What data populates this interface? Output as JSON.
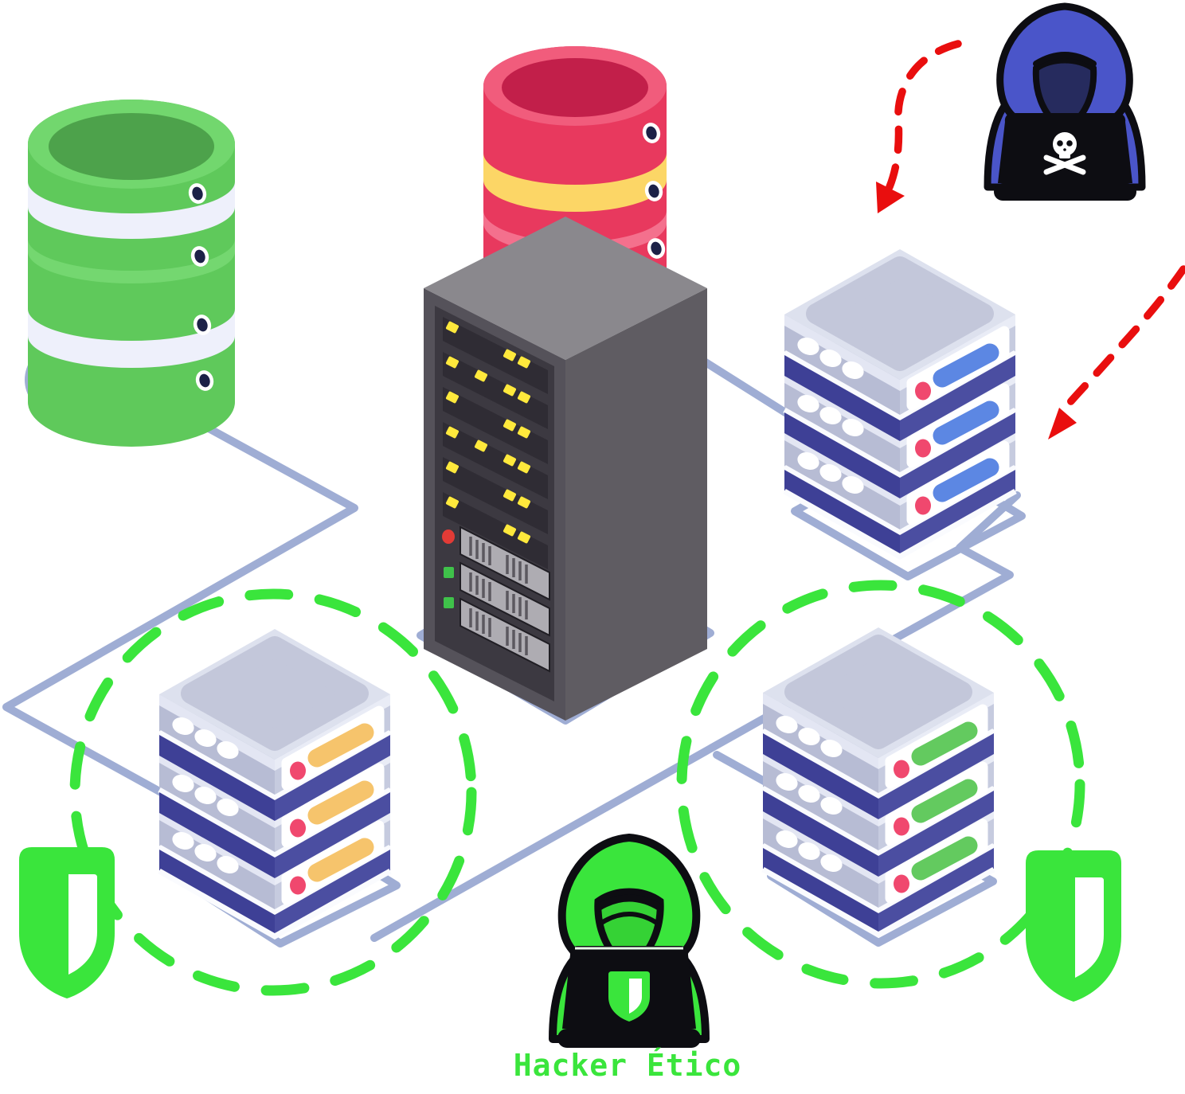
{
  "label": {
    "text": "Hacker Ético"
  },
  "colors": {
    "accent-green": "#3ae53c",
    "cable-blue": "#9fadd4",
    "arrow-red": "#e90e0e",
    "db-green": "#5fc95b",
    "db-green-rim": "#72d76e",
    "db-green-top": "#4da24b",
    "db-red": "#e8395e",
    "db-red-rim": "#f15c7c",
    "db-red-top": "#c21f4a",
    "band-white": "#eef0fb",
    "band-yellow": "#fcd666",
    "server-face": "#b7bcd4",
    "server-face-right": "#c6cbdf",
    "server-top": "#dde1ee",
    "server-band": "#3e4096",
    "bar-blue": "#5c87e3",
    "bar-orange": "#f6c46c",
    "bar-green": "#63ca5f",
    "dot-red": "#f0486e",
    "rack-top": "#8a888d",
    "rack-left": "#55525a",
    "rack-right": "#5f5c62",
    "led-yellow": "#ffe93c",
    "hacker-blue": "#4a55c9"
  },
  "nodes": [
    {
      "id": "green-database",
      "icon": "database-icon"
    },
    {
      "id": "red-database",
      "icon": "database-icon"
    },
    {
      "id": "server-rack",
      "icon": "server-rack-icon"
    },
    {
      "id": "server-stack-right",
      "icon": "server-stack-icon"
    },
    {
      "id": "server-stack-bottom-left",
      "icon": "server-stack-icon"
    },
    {
      "id": "server-stack-bottom-right",
      "icon": "server-stack-icon"
    },
    {
      "id": "malicious-hacker",
      "icon": "hacker-laptop-skull-icon"
    },
    {
      "id": "ethical-hacker",
      "icon": "hacker-laptop-shield-icon",
      "label": "Hacker Ético"
    },
    {
      "id": "protection-shield-left",
      "icon": "shield-icon"
    },
    {
      "id": "protection-shield-right",
      "icon": "shield-icon"
    }
  ]
}
